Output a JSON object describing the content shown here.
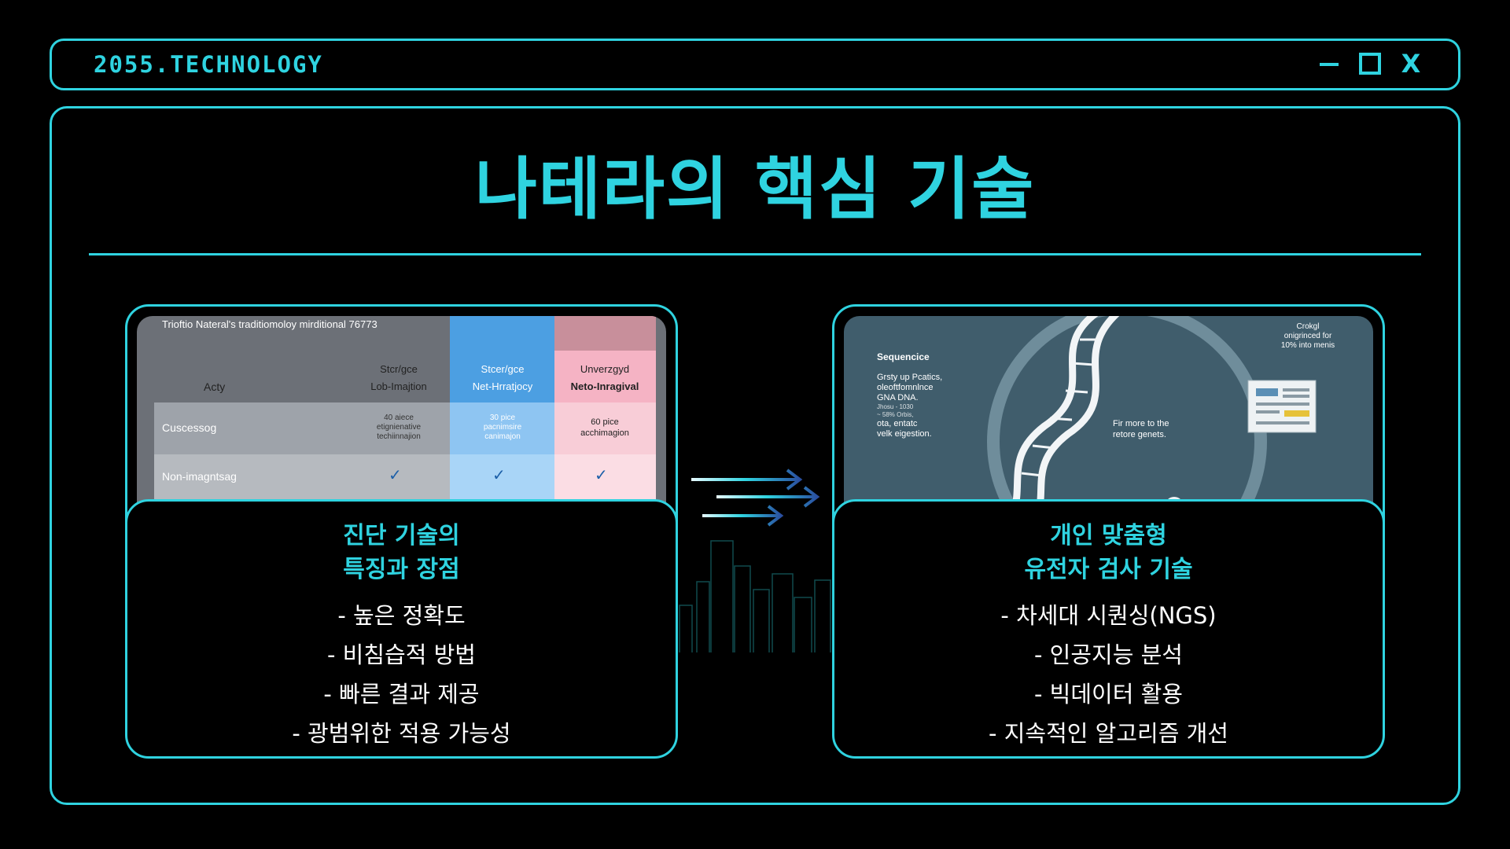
{
  "window": {
    "brand": "2055.TECHNOLOGY",
    "controls": {
      "minimize": "minimize-icon",
      "maximize": "maximize-icon",
      "close": "X"
    }
  },
  "slide": {
    "title": "나테라의 핵심 기술",
    "colors": {
      "accent": "#2fd3e0",
      "background": "#000000"
    }
  },
  "left_card": {
    "title_line1": "진단 기술의",
    "title_line2": "특징과 장점",
    "bullets": [
      "- 높은 정확도",
      "- 비침습적 방법",
      "- 빠른 결과 제공",
      "- 광범위한 적용 가능성"
    ],
    "image_table": {
      "caption": "Trioftio Nateral's traditiomoloy mirditional 76773",
      "row_header": "Acty",
      "columns": [
        {
          "line1": "Stcr/gce",
          "line2": "Lob-Imajtion"
        },
        {
          "line1": "Stcer/gce",
          "line2": "Net-Hrratjocy"
        },
        {
          "line1": "Unverzgyd",
          "line2": "Neto-Inragival"
        }
      ],
      "rows": [
        {
          "label": "Cuscessog",
          "cells": [
            [
              "40 aiece",
              "etignienative",
              "techiinnajion"
            ],
            [
              "30 pice",
              "pacnimsire",
              "canimajon"
            ],
            [
              "60 pice",
              "acchimagion"
            ]
          ]
        },
        {
          "label": "Non-imagntsag",
          "cells": [
            "✓",
            "✓",
            "✓"
          ]
        }
      ]
    }
  },
  "right_card": {
    "title_line1": "개인 맞춤형",
    "title_line2": "유전자 검사 기술",
    "bullets": [
      "- 차세대 시퀀싱(NGS)",
      "- 인공지능 분석",
      "- 빅데이터 활용",
      "- 지속적인 알고리즘 개선"
    ],
    "image_text": {
      "heading": "Sequencice",
      "body": [
        "Grsty up Pcatics,",
        "oleoftfomnlnce",
        "GNA DNA.",
        "Jhosu - 1030",
        "~ 58% Orbis,",
        "ota, entatc",
        "velk eigestion."
      ],
      "center": [
        "Fir more to the",
        "retore genets."
      ],
      "top_right": [
        "Crokgl",
        "onigrinced for",
        "10% into menis"
      ]
    }
  }
}
